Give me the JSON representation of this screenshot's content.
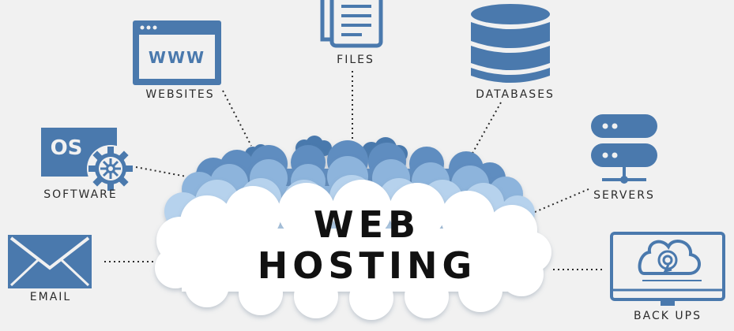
{
  "title": {
    "line1": "WEB",
    "line2": "HOSTING"
  },
  "nodes": {
    "files": "FILES",
    "websites": "WEBSITES",
    "databases": "DATABASES",
    "software": "SOFTWARE",
    "servers": "SERVERS",
    "email": "EMAIL",
    "backups": "BACK UPS"
  },
  "icon_text": {
    "www": "WWW",
    "os": "OS"
  },
  "colors": {
    "icon_blue": "#4a79ad",
    "cloud_light": "#a9c8e6",
    "cloud_mid": "#7ea9d3",
    "cloud_white": "#ffffff",
    "background": "#f1f1f1"
  }
}
